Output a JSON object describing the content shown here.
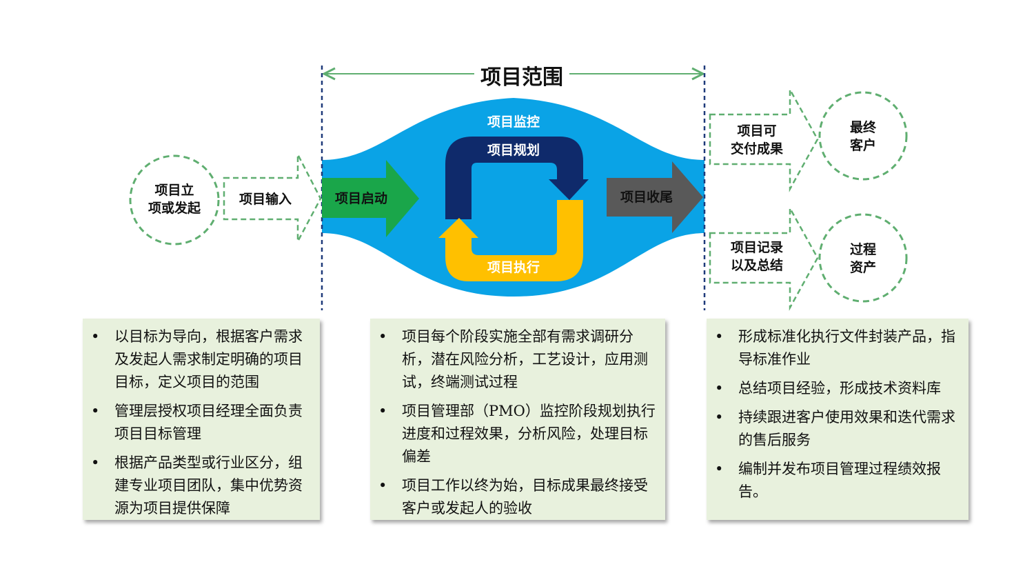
{
  "scope_label": "项目范围",
  "initiation_circle": [
    "项目立",
    "项或发起"
  ],
  "input_arrow": "项目输入",
  "start_arrow": "项目启动",
  "monitor_label": "项目监控",
  "planning_label": "项目规划",
  "execution_label": "项目执行",
  "closing_arrow": "项目收尾",
  "deliverables_arrow": [
    "项目可",
    "交付成果"
  ],
  "final_customer_circle": [
    "最终",
    "客户"
  ],
  "records_arrow": [
    "项目记录",
    "以及总结"
  ],
  "process_assets_circle": [
    "过程",
    "资产"
  ],
  "colors": {
    "blue_ellipse": "#0aa3e6",
    "green_arrow": "#1aa64a",
    "navy_loop": "#0f2a6b",
    "yellow_loop": "#ffc000",
    "gray_arrow": "#595959",
    "dashed_green": "#5fae70",
    "dashed_navy": "#1f3a7a",
    "box_fill": "#e8f1dd"
  },
  "panels": {
    "left": [
      "以目标为导向，根据客户需求及发起人需求制定明确的项目目标，定义项目的范围",
      "管理层授权项目经理全面负责项目目标管理",
      "根据产品类型或行业区分，组建专业项目团队，集中优势资源为项目提供保障"
    ],
    "middle": [
      "项目每个阶段实施全部有需求调研分析，潜在风险分析，工艺设计，应用测试，终端测试过程",
      "项目管理部（PMO）监控阶段规划执行进度和过程效果，分析风险，处理目标偏差",
      "项目工作以终为始，目标成果最终接受客户或发起人的验收"
    ],
    "right": [
      "形成标准化执行文件封装产品，指导标准作业",
      "总结项目经验，形成技术资料库",
      "持续跟进客户使用效果和迭代需求的售后服务",
      "编制并发布项目管理过程绩效报告。"
    ],
    "bullet": "•"
  }
}
